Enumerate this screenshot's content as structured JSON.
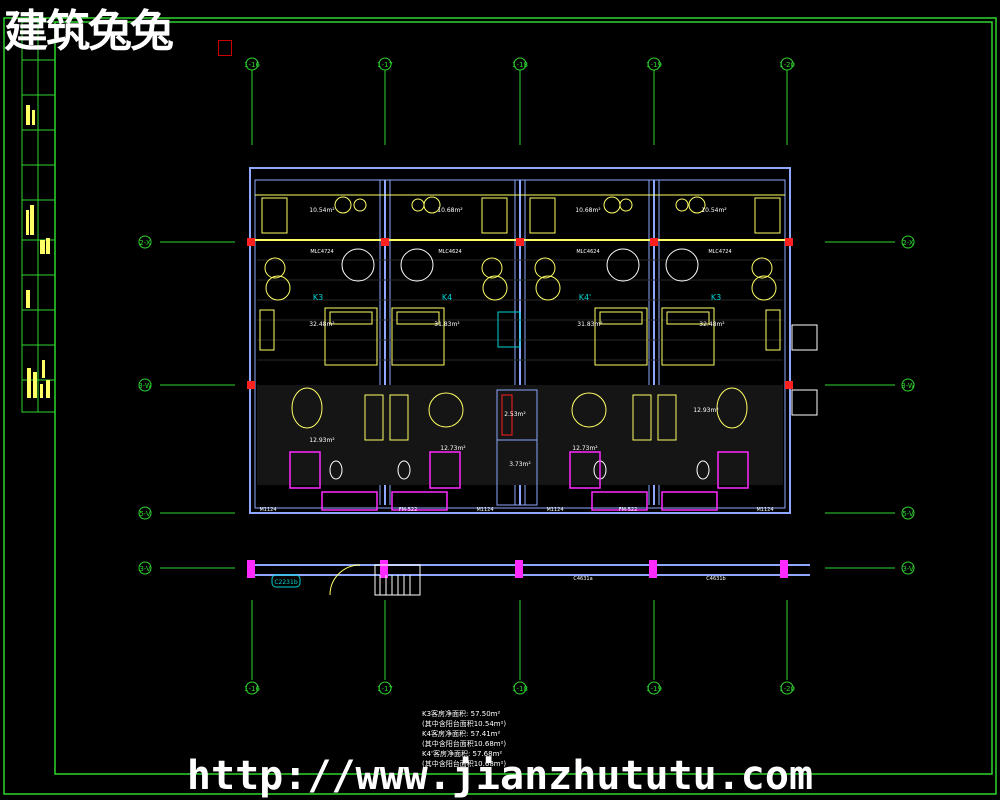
{
  "watermark": {
    "logo_text": "建筑兔兔",
    "url_text": "http://www.jianzhututu.com"
  },
  "grid_labels": {
    "top": [
      "1-16",
      "1-17",
      "1-18",
      "1-19",
      "1-20"
    ],
    "bottom": [
      "1-16",
      "1-17",
      "1-18",
      "1-19",
      "1-20"
    ],
    "left": [
      "2-X",
      "3-W",
      "5-V",
      "3-V"
    ],
    "right": [
      "2-X",
      "3-W",
      "5-V",
      "3-V"
    ]
  },
  "rooms": [
    {
      "type": "K3",
      "area": "32.48m²",
      "balcony": "10.54m²",
      "bath": "12.93m²"
    },
    {
      "type": "K4",
      "area": "31.83m²",
      "balcony": "10.68m²",
      "bath": "12.73m²"
    },
    {
      "type": "K4'",
      "area": "31.83m²",
      "balcony": "10.68m²",
      "bath": "12.73m²"
    },
    {
      "type": "K3",
      "area": "32.48m²",
      "balcony": "10.54m²",
      "bath": "12.93m²"
    }
  ],
  "door_labels": [
    "M1124",
    "FM-522",
    "M1124",
    "M1124",
    "FM-522",
    "M1124"
  ],
  "window_labels": [
    "MLC4724",
    "MLC4624",
    "MLC4624",
    "MLC4724"
  ],
  "corridor_labels": [
    "C2231b",
    "C4631a",
    "C4631b"
  ],
  "shaft": {
    "area1": "2.53m²",
    "area2": "3.73m²"
  },
  "notes": [
    "K3客房净面积: 57.50m²",
    "(其中含阳台面积10.54m²)",
    "K4客房净面积: 57.41m²",
    "(其中含阳台面积10.68m²)",
    "K4'客房净面积: 57.68m²",
    "(其中含阳台面积10.68m²)"
  ],
  "colors": {
    "background": "#000000",
    "frame": "#2ed52e",
    "wall": "#8fa7ff",
    "furniture": "#ffff66",
    "fixture": "#ffffff",
    "door": "#ff2aff",
    "grid_axis": "#2ed52e",
    "dimension": "#00cc66",
    "accent_red": "#ff2020",
    "glass": "#00d2d2"
  }
}
